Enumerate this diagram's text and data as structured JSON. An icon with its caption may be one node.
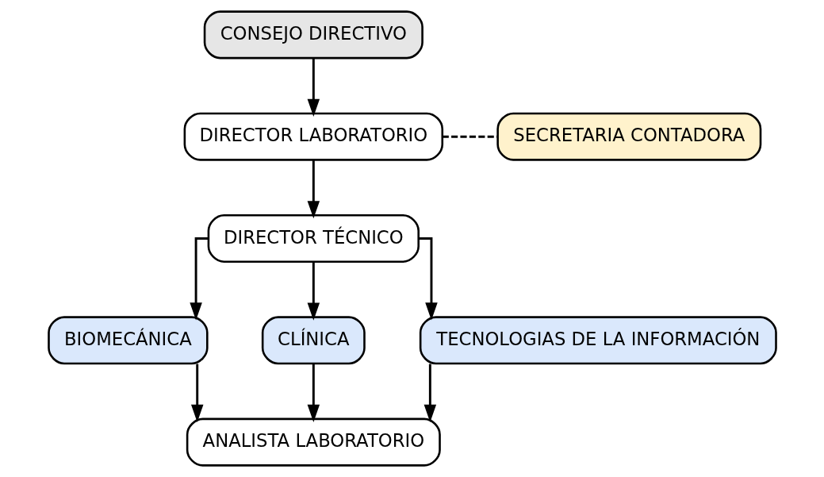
{
  "diagram": {
    "nodes": [
      {
        "text": [
          "CONSEJO DIRECTIVO"
        ]
      },
      {
        "text": [
          "DIRECTOR LABORATORIO"
        ]
      },
      {
        "text": [
          "SECRETARIA CONTADORA"
        ]
      },
      {
        "text": [
          "DIRECTOR TÉCNICO"
        ]
      },
      {
        "text": [
          "BIOMECÁNICA"
        ]
      },
      {
        "text": [
          "CLÍNICA"
        ]
      },
      {
        "text": [
          "TECNOLOGIAS DE LA INFORMACIÓN"
        ]
      },
      {
        "text": [
          "ANALISTA LABORATORIO"
        ]
      }
    ],
    "edges": [
      {
        "from": 0,
        "to": 1,
        "arrow": "to"
      },
      {
        "from": 1,
        "to": 2,
        "arrow": "none",
        "style": "dashed"
      },
      {
        "from": 1,
        "to": 3,
        "arrow": "to"
      },
      {
        "from": 3,
        "to": 4,
        "arrow": "to"
      },
      {
        "from": 3,
        "to": 5,
        "arrow": "to"
      },
      {
        "from": 3,
        "to": 6,
        "arrow": "to"
      },
      {
        "from": 4,
        "to": 7,
        "arrow": "to"
      },
      {
        "from": 5,
        "to": 7,
        "arrow": "to"
      },
      {
        "from": 6,
        "to": 7,
        "arrow": "to"
      }
    ]
  }
}
